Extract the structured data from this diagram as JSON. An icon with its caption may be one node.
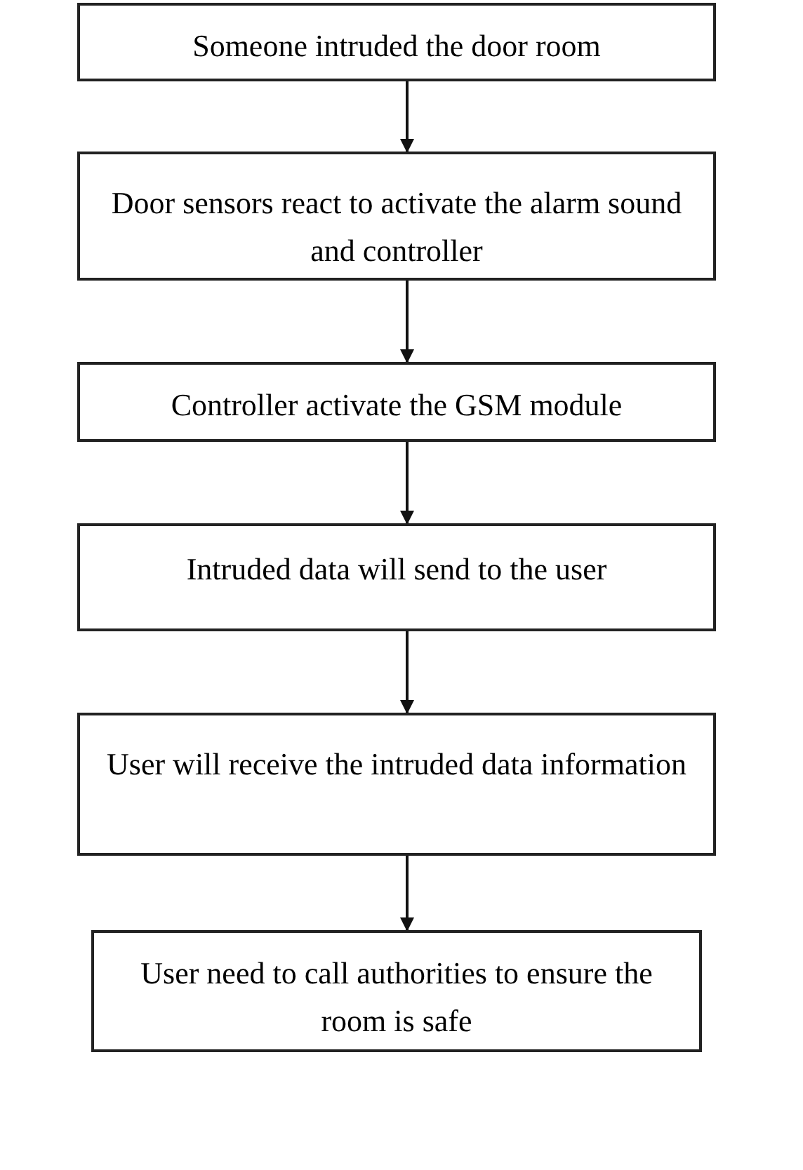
{
  "diagram": {
    "nodes": [
      {
        "text": [
          "Someone intruded the door room"
        ]
      },
      {
        "text": [
          "Door sensors react to activate the alarm sound and controller"
        ]
      },
      {
        "text": [
          "Controller activate the GSM module"
        ]
      },
      {
        "text": [
          "Intruded data will send to the user"
        ]
      },
      {
        "text": [
          "User will receive the intruded data information"
        ]
      },
      {
        "text": [
          "User need to call authorities to ensure the room is safe"
        ]
      }
    ],
    "edges": [
      {
        "from": 0,
        "to": 1,
        "arrow": "to"
      },
      {
        "from": 1,
        "to": 2,
        "arrow": "to"
      },
      {
        "from": 2,
        "to": 3,
        "arrow": "to"
      },
      {
        "from": 3,
        "to": 4,
        "arrow": "to"
      },
      {
        "from": 4,
        "to": 5,
        "arrow": "to"
      }
    ]
  }
}
